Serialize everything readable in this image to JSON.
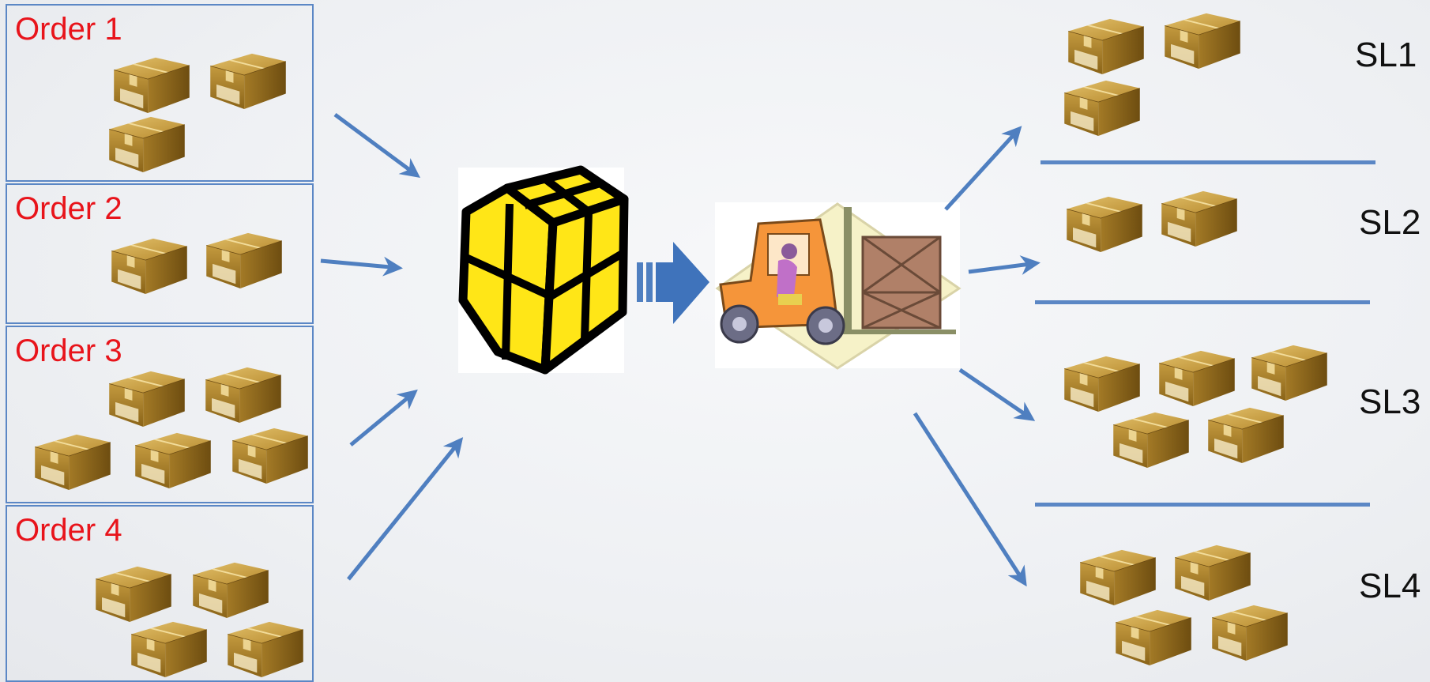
{
  "orders": [
    {
      "label": "Order 1",
      "box_count": 3
    },
    {
      "label": "Order 2",
      "box_count": 2
    },
    {
      "label": "Order 3",
      "box_count": 5
    },
    {
      "label": "Order 4",
      "box_count": 4
    }
  ],
  "storage_lanes": [
    {
      "label": "SL1",
      "box_count": 3
    },
    {
      "label": "SL2",
      "box_count": 2
    },
    {
      "label": "SL3",
      "box_count": 5
    },
    {
      "label": "SL4",
      "box_count": 4
    }
  ],
  "icons": {
    "consolidation": "yellow-crate-icon",
    "transfer": "block-arrow-right-icon",
    "transport": "forklift-icon",
    "item": "cardboard-box-icon"
  },
  "colors": {
    "order_label": "#e8141b",
    "arrow": "#4f7fc0",
    "frame": "#5b87c5",
    "crate_fill": "#ffe617"
  }
}
